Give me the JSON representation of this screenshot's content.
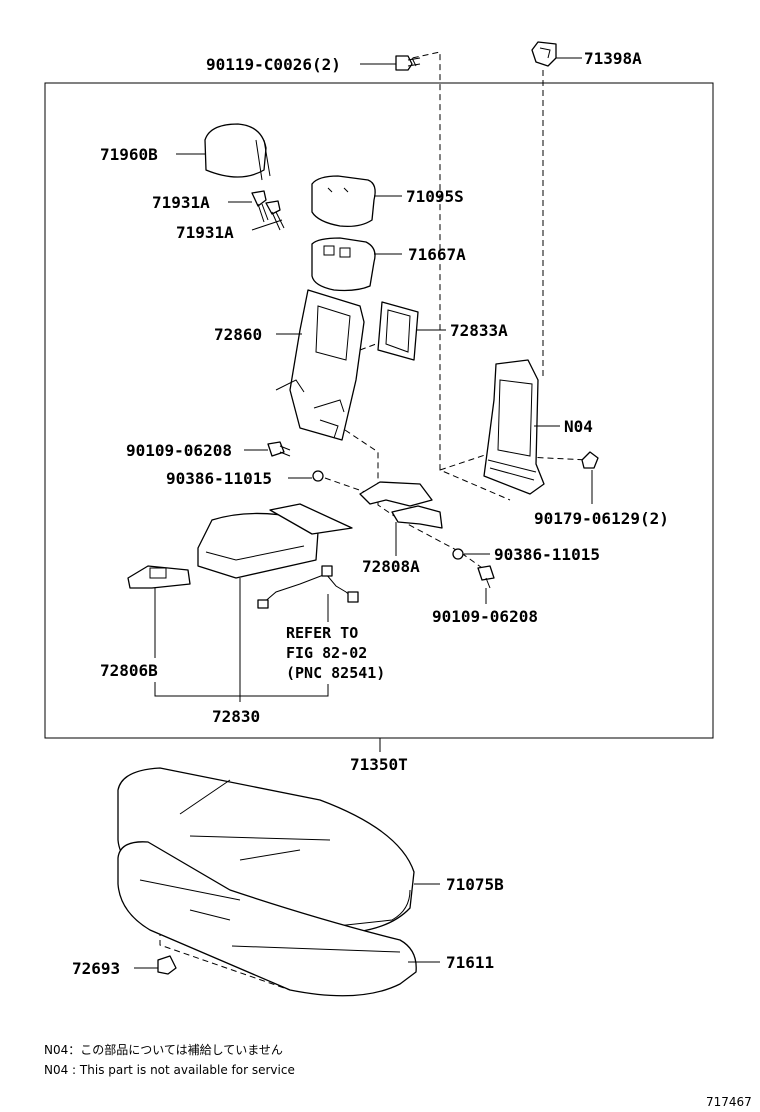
{
  "labels": {
    "p90119": "90119-C0026(2)",
    "p71398a": "71398A",
    "p71960b": "71960B",
    "p71931a_1": "71931A",
    "p71931a_2": "71931A",
    "p71095s": "71095S",
    "p71667a": "71667A",
    "p72860": "72860",
    "p72833a": "72833A",
    "pN04": "N04",
    "p90109_1": "90109-06208",
    "p90386_1": "90386-11015",
    "p90179": "90179-06129(2)",
    "p72808a": "72808A",
    "p90386_2": "90386-11015",
    "p90109_2": "90109-06208",
    "p72806b": "72806B",
    "p72830": "72830",
    "p71350t": "71350T",
    "p71075b": "71075B",
    "p72693": "72693",
    "p71611": "71611"
  },
  "reference": {
    "line1": "REFER TO",
    "line2": "FIG 82-02",
    "line3": "(PNC 82541)"
  },
  "notes": {
    "jp": "N04：この部品については補給していません",
    "en": "N04 : This part is not available for service"
  },
  "figure_number": "717467"
}
